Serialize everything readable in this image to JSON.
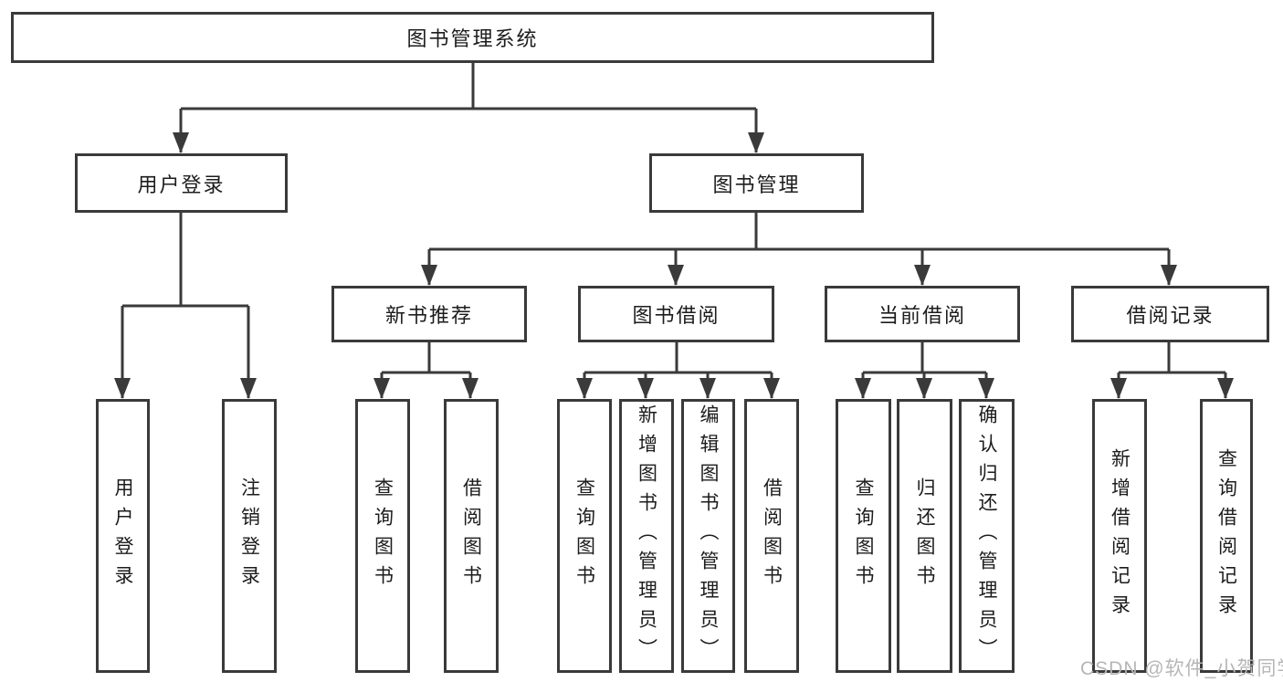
{
  "diagram": {
    "root": {
      "label": "图书管理系统"
    },
    "level2": [
      {
        "parent": "图书管理系统",
        "label": "用户登录"
      },
      {
        "parent": "图书管理系统",
        "label": "图书管理"
      }
    ],
    "level3": [
      {
        "parent": "图书管理",
        "label": "新书推荐"
      },
      {
        "parent": "图书管理",
        "label": "图书借阅"
      },
      {
        "parent": "图书管理",
        "label": "当前借阅"
      },
      {
        "parent": "图书管理",
        "label": "借阅记录"
      }
    ],
    "leaves": [
      {
        "parent": "用户登录",
        "label": "用户登录"
      },
      {
        "parent": "用户登录",
        "label": "注销登录"
      },
      {
        "parent": "新书推荐",
        "label": "查询图书"
      },
      {
        "parent": "新书推荐",
        "label": "借阅图书"
      },
      {
        "parent": "图书借阅",
        "label": "查询图书"
      },
      {
        "parent": "图书借阅",
        "label": "新增图书（管理员）"
      },
      {
        "parent": "图书借阅",
        "label": "编辑图书（管理员）"
      },
      {
        "parent": "图书借阅",
        "label": "借阅图书"
      },
      {
        "parent": "当前借阅",
        "label": "查询图书"
      },
      {
        "parent": "当前借阅",
        "label": "归还图书"
      },
      {
        "parent": "当前借阅",
        "label": "确认归还（管理员）"
      },
      {
        "parent": "借阅记录",
        "label": "新增借阅记录"
      },
      {
        "parent": "借阅记录",
        "label": "查询借阅记录"
      }
    ]
  },
  "watermark": {
    "text": "CSDN @软件_小贺同学",
    "color": "#b6b6b6"
  },
  "colors": {
    "line": "#3a3a3a",
    "box_border": "#3a3a3a",
    "text": "#1c1c1c",
    "background": "#ffffff"
  }
}
